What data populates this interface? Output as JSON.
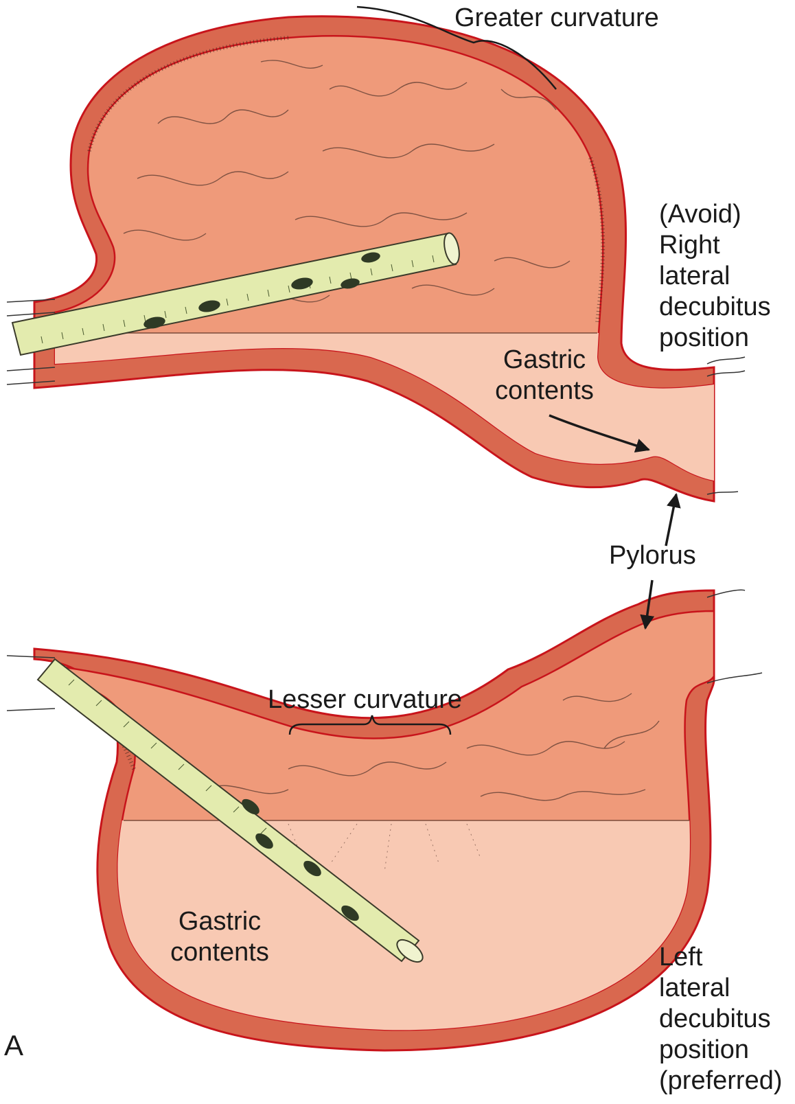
{
  "colors": {
    "wall": "#d9684f",
    "wall_line": "#c8141b",
    "mucosa": "#ef9a7a",
    "contents": "#f8c9b3",
    "tube": "#e3ebae",
    "tube_outline": "#3a3a2a",
    "tube_hole": "#2f3a25",
    "ink": "#1a1a1a"
  },
  "labels": {
    "greater_curvature": "Greater curvature",
    "avoid_position": [
      "(Avoid)",
      "Right",
      "lateral",
      "decubitus",
      "position"
    ],
    "gastric_contents_top": [
      "Gastric",
      "contents"
    ],
    "pylorus": "Pylorus",
    "lesser_curvature": "Lesser curvature",
    "gastric_contents_bottom": [
      "Gastric",
      "contents"
    ],
    "preferred_position": [
      "Left",
      "lateral",
      "decubitus",
      "position",
      "(preferred)"
    ],
    "panel_letter": "A"
  }
}
